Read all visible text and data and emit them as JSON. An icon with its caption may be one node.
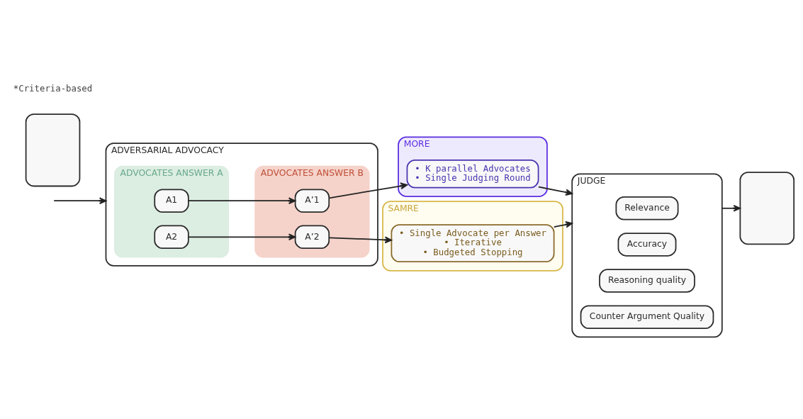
{
  "diagram": {
    "nodes": [
      {
        "text": [
          "ADVERSARIAL ADVOCACY"
        ]
      },
      {
        "text": [
          "ADVOCATES ANSWER A"
        ],
        "in": 0
      },
      {
        "text": [
          "A1"
        ],
        "in": 1
      },
      {
        "text": [
          "A2"
        ],
        "in": 1
      },
      {
        "text": [
          "ADVOCATES ANSWER B"
        ],
        "in": 0
      },
      {
        "text": [
          "A’1"
        ],
        "in": 4
      },
      {
        "text": [
          "A’2"
        ],
        "in": 4
      },
      {
        "text": [
          "MORE"
        ]
      },
      {
        "text": [
          "• K parallel Advocates",
          "• Single Judging Round"
        ],
        "in": 7
      },
      {
        "text": [
          "SAMRE"
        ]
      },
      {
        "text": [
          "• Single Advocate per Answer",
          "• Iterative",
          "• Budgeted Stopping"
        ],
        "in": 9
      },
      {
        "text": [
          "JUDGE"
        ]
      },
      {
        "text": [
          "Relevance"
        ],
        "in": 11
      },
      {
        "text": [
          "Accuracy"
        ],
        "in": 11
      },
      {
        "text": [
          "Reasoning quality"
        ],
        "in": 11
      },
      {
        "text": [
          "Counter Argument Quality"
        ],
        "in": 11
      },
      {
        "text": [],
        "shape": "box"
      },
      {
        "text": [],
        "shape": "box"
      }
    ],
    "edges": [
      {
        "from": null,
        "to": 0,
        "arrow": "to"
      },
      {
        "from": 2,
        "to": 5,
        "arrow": "to"
      },
      {
        "from": 3,
        "to": 6,
        "arrow": "to"
      },
      {
        "from": 5,
        "to": 8,
        "arrow": "to"
      },
      {
        "from": 6,
        "to": 10,
        "arrow": "to"
      },
      {
        "from": 8,
        "to": 11,
        "arrow": "to"
      },
      {
        "from": 10,
        "to": 11,
        "arrow": "to"
      },
      {
        "from": 11,
        "to": 16,
        "arrow": "to"
      }
    ],
    "labels": [
      "*Criteria-based"
    ]
  }
}
